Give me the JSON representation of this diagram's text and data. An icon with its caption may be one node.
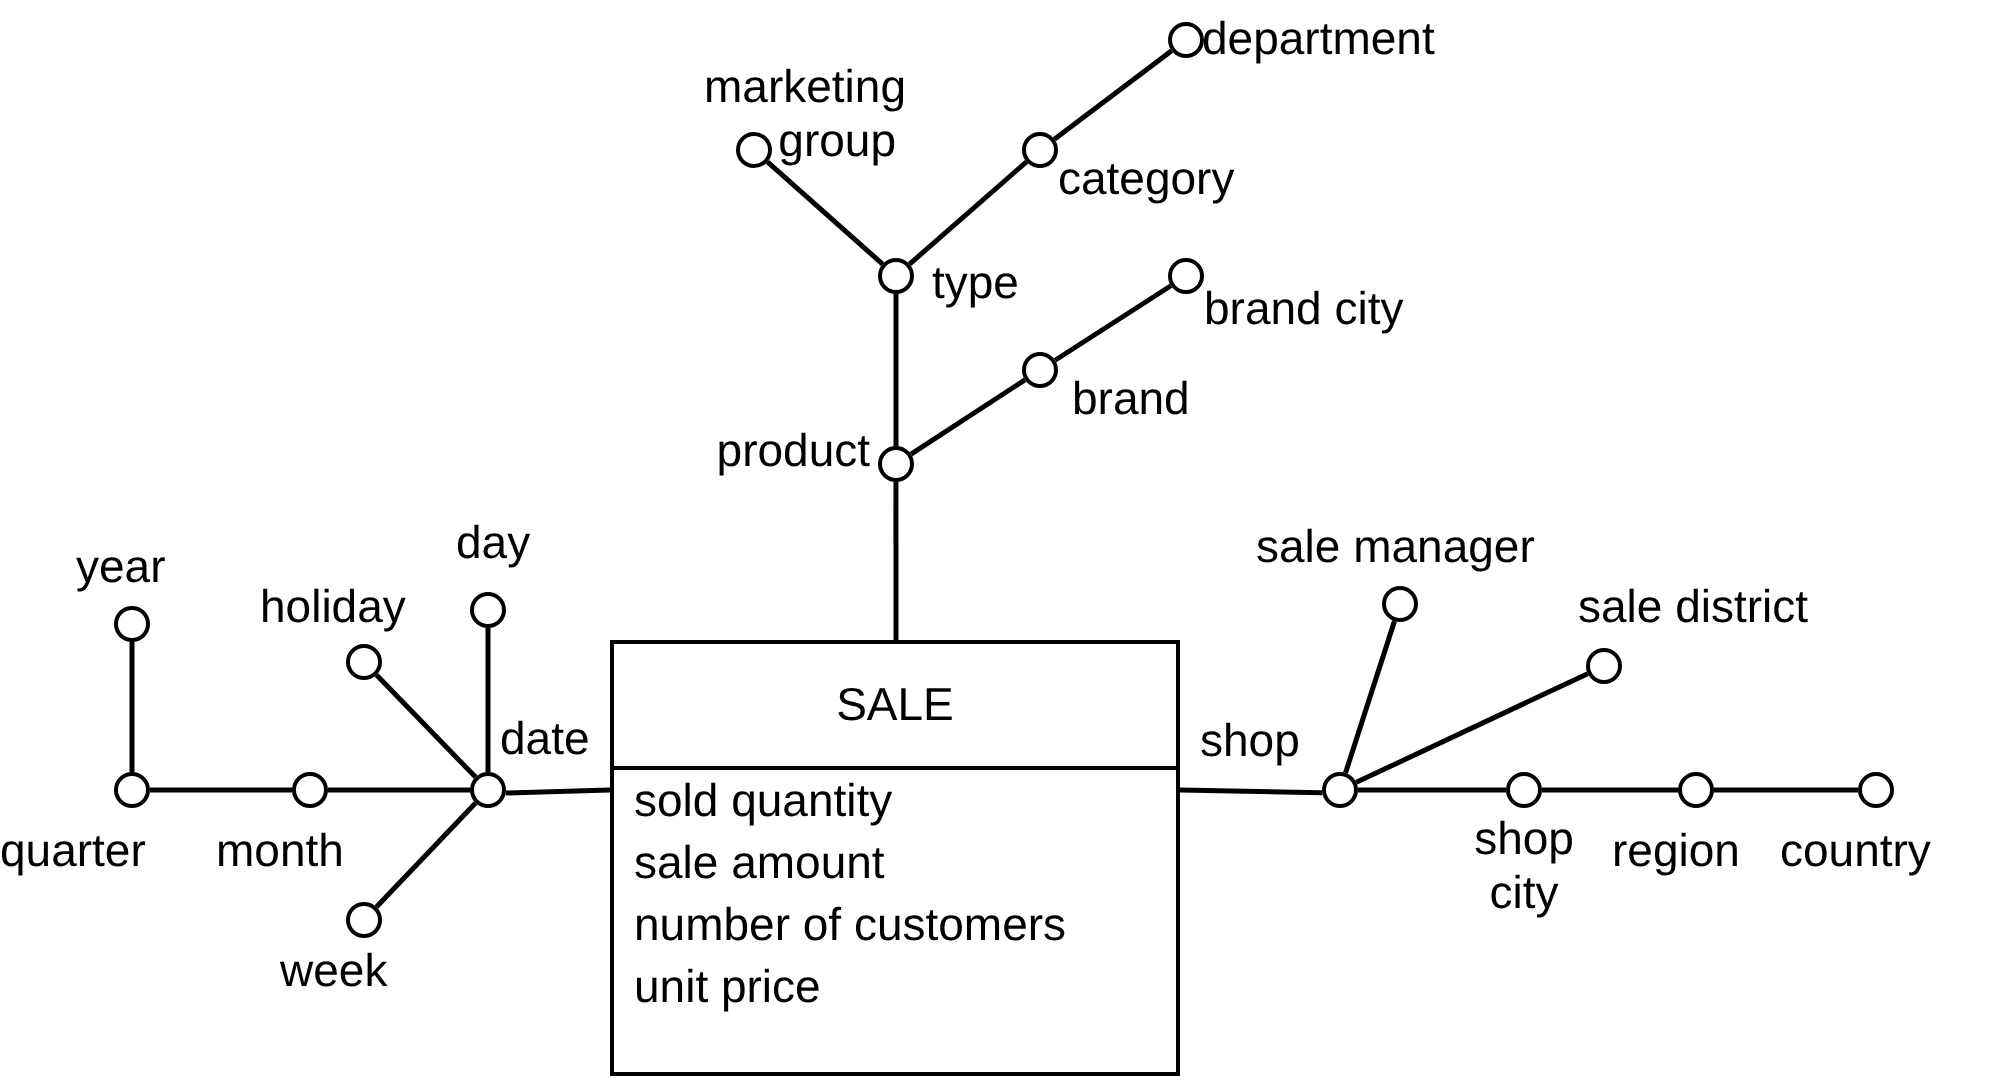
{
  "diagram": {
    "nodes": [
      {
        "text": [
          "SALE",
          "sold quantity",
          "sale amount",
          "number of customers",
          "unit price"
        ]
      },
      {
        "text": [
          "product"
        ]
      },
      {
        "text": [
          "type"
        ]
      },
      {
        "text": [
          "marketing group"
        ]
      },
      {
        "text": [
          "category"
        ]
      },
      {
        "text": [
          "department"
        ]
      },
      {
        "text": [
          "brand"
        ]
      },
      {
        "text": [
          "brand city"
        ]
      },
      {
        "text": [
          "date"
        ]
      },
      {
        "text": [
          "day"
        ]
      },
      {
        "text": [
          "holiday"
        ]
      },
      {
        "text": [
          "year"
        ]
      },
      {
        "text": [
          "quarter"
        ]
      },
      {
        "text": [
          "month"
        ]
      },
      {
        "text": [
          "week"
        ]
      },
      {
        "text": [
          "shop"
        ]
      },
      {
        "text": [
          "sale manager"
        ]
      },
      {
        "text": [
          "sale district"
        ]
      },
      {
        "text": [
          "shop city"
        ]
      },
      {
        "text": [
          "region"
        ]
      },
      {
        "text": [
          "country"
        ]
      }
    ],
    "edges": [
      {
        "from": 0,
        "to": 1,
        "arrow": "none"
      },
      {
        "from": 1,
        "to": 2,
        "arrow": "none"
      },
      {
        "from": 2,
        "to": 3,
        "arrow": "none"
      },
      {
        "from": 2,
        "to": 4,
        "arrow": "none"
      },
      {
        "from": 4,
        "to": 5,
        "arrow": "none"
      },
      {
        "from": 1,
        "to": 6,
        "arrow": "none"
      },
      {
        "from": 6,
        "to": 7,
        "arrow": "none"
      },
      {
        "from": 0,
        "to": 8,
        "arrow": "none"
      },
      {
        "from": 8,
        "to": 9,
        "arrow": "none"
      },
      {
        "from": 8,
        "to": 10,
        "arrow": "none"
      },
      {
        "from": 8,
        "to": 13,
        "arrow": "none"
      },
      {
        "from": 13,
        "to": 12,
        "arrow": "none"
      },
      {
        "from": 12,
        "to": 11,
        "arrow": "none"
      },
      {
        "from": 8,
        "to": 14,
        "arrow": "none"
      },
      {
        "from": 0,
        "to": 15,
        "arrow": "none"
      },
      {
        "from": 15,
        "to": 16,
        "arrow": "none"
      },
      {
        "from": 15,
        "to": 17,
        "arrow": "none"
      },
      {
        "from": 15,
        "to": 18,
        "arrow": "none"
      },
      {
        "from": 18,
        "to": 19,
        "arrow": "none"
      },
      {
        "from": 19,
        "to": 20,
        "arrow": "none"
      }
    ]
  }
}
